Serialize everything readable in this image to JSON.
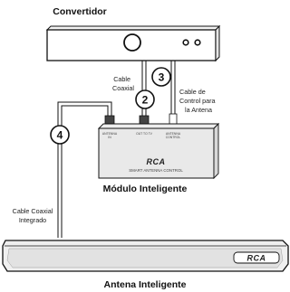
{
  "labels": {
    "converter": "Convertidor",
    "coax_cable_line1": "Cable",
    "coax_cable_line2": "Coaxial",
    "control_cable_line1": "Cable de",
    "control_cable_line2": "Control para",
    "control_cable_line3": "la Antena",
    "integrated_coax_line1": "Cable Coaxial",
    "integrated_coax_line2": "Integrado",
    "smart_module": "Módulo Inteligente",
    "smart_antenna": "Antena Inteligente"
  },
  "module": {
    "port_antenna_in_line1": "ANTENNA",
    "port_antenna_in_line2": "IN",
    "port_out_to_tv": "OUT TO TV",
    "port_antenna_control_line1": "ANTENNA",
    "port_antenna_control_line2": "CONTROL",
    "brand": "RCA",
    "caption": "SMART ANTENNA CONTROL"
  },
  "antenna": {
    "brand": "RCA"
  },
  "steps": [
    "2",
    "3",
    "4"
  ]
}
